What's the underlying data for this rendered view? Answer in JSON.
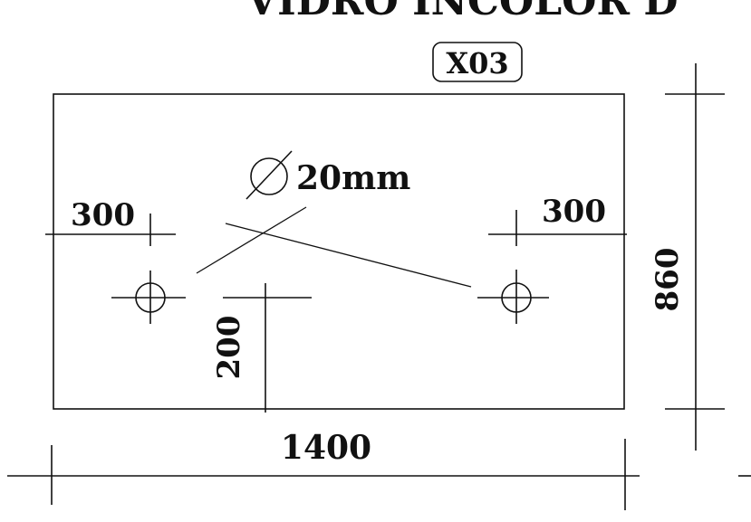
{
  "title_text": "VIDRO INCOLOR D",
  "panel_tag": "X03",
  "hole_label": "20mm",
  "dimensions": {
    "left_offset": "300",
    "right_offset": "300",
    "hole_height": "200",
    "overall_width": "1400",
    "overall_height": "860"
  },
  "icons": {
    "diameter_symbol": "diameter-icon",
    "hole_marks": "drill-hole-icon"
  },
  "colors": {
    "ink": "#111111",
    "paper": "#ffffff"
  }
}
